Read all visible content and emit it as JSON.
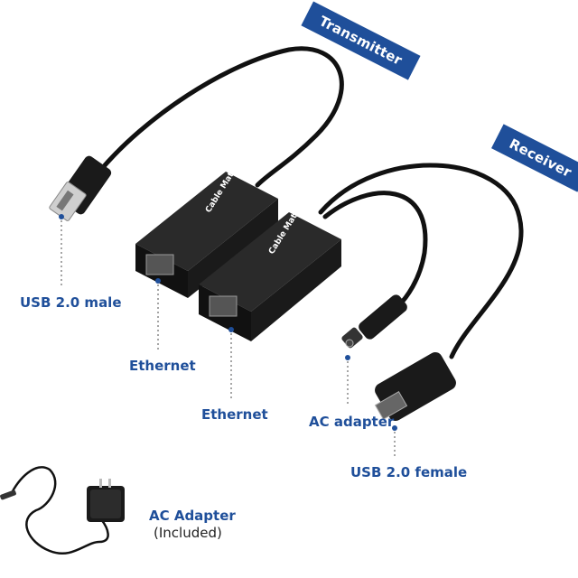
{
  "tags": {
    "transmitter": "Transmitter",
    "receiver": "Receiver"
  },
  "labels": {
    "usb_male": "USB 2.0 male",
    "ethernet_1": "Ethernet",
    "ethernet_2": "Ethernet",
    "ac_adapter_port": "AC adapter",
    "usb_female": "USB 2.0 female",
    "ac_adapter_title": "AC Adapter",
    "ac_adapter_note": "(Included)"
  },
  "brand": {
    "logo_text": "Cable Matters"
  },
  "colors": {
    "accent": "#1f4f9a",
    "device_body": "#1a1a1a",
    "cable": "#111111",
    "leader_line": "#888888"
  }
}
